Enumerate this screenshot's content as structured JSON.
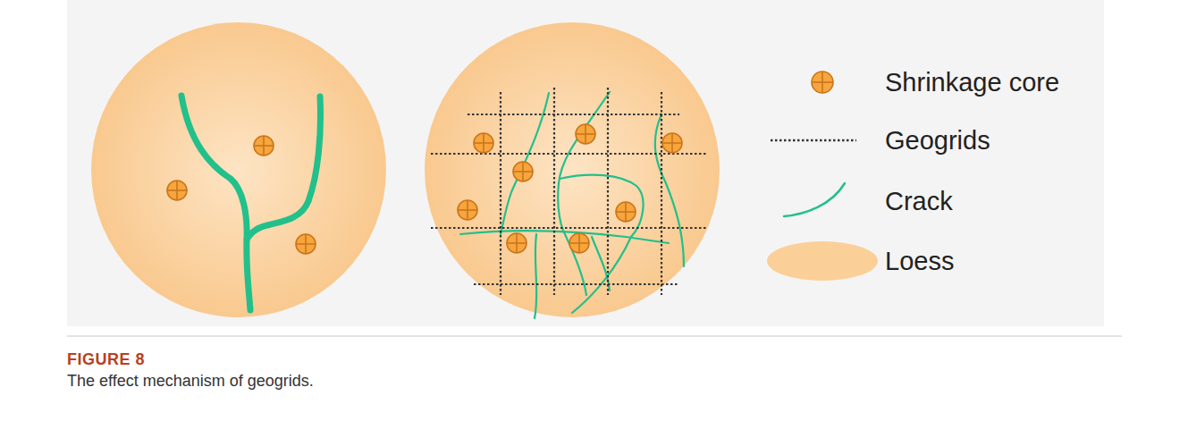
{
  "diagram": {
    "caption": "The effect mechanism of geogrids.",
    "labels": [
      "FIGURE 8"
    ],
    "legend": [
      {
        "text": "Shrinkage core"
      },
      {
        "text": "Geogrids"
      },
      {
        "text": "Crack"
      },
      {
        "text": "Loess",
        "color": "#fbcf98"
      }
    ]
  }
}
